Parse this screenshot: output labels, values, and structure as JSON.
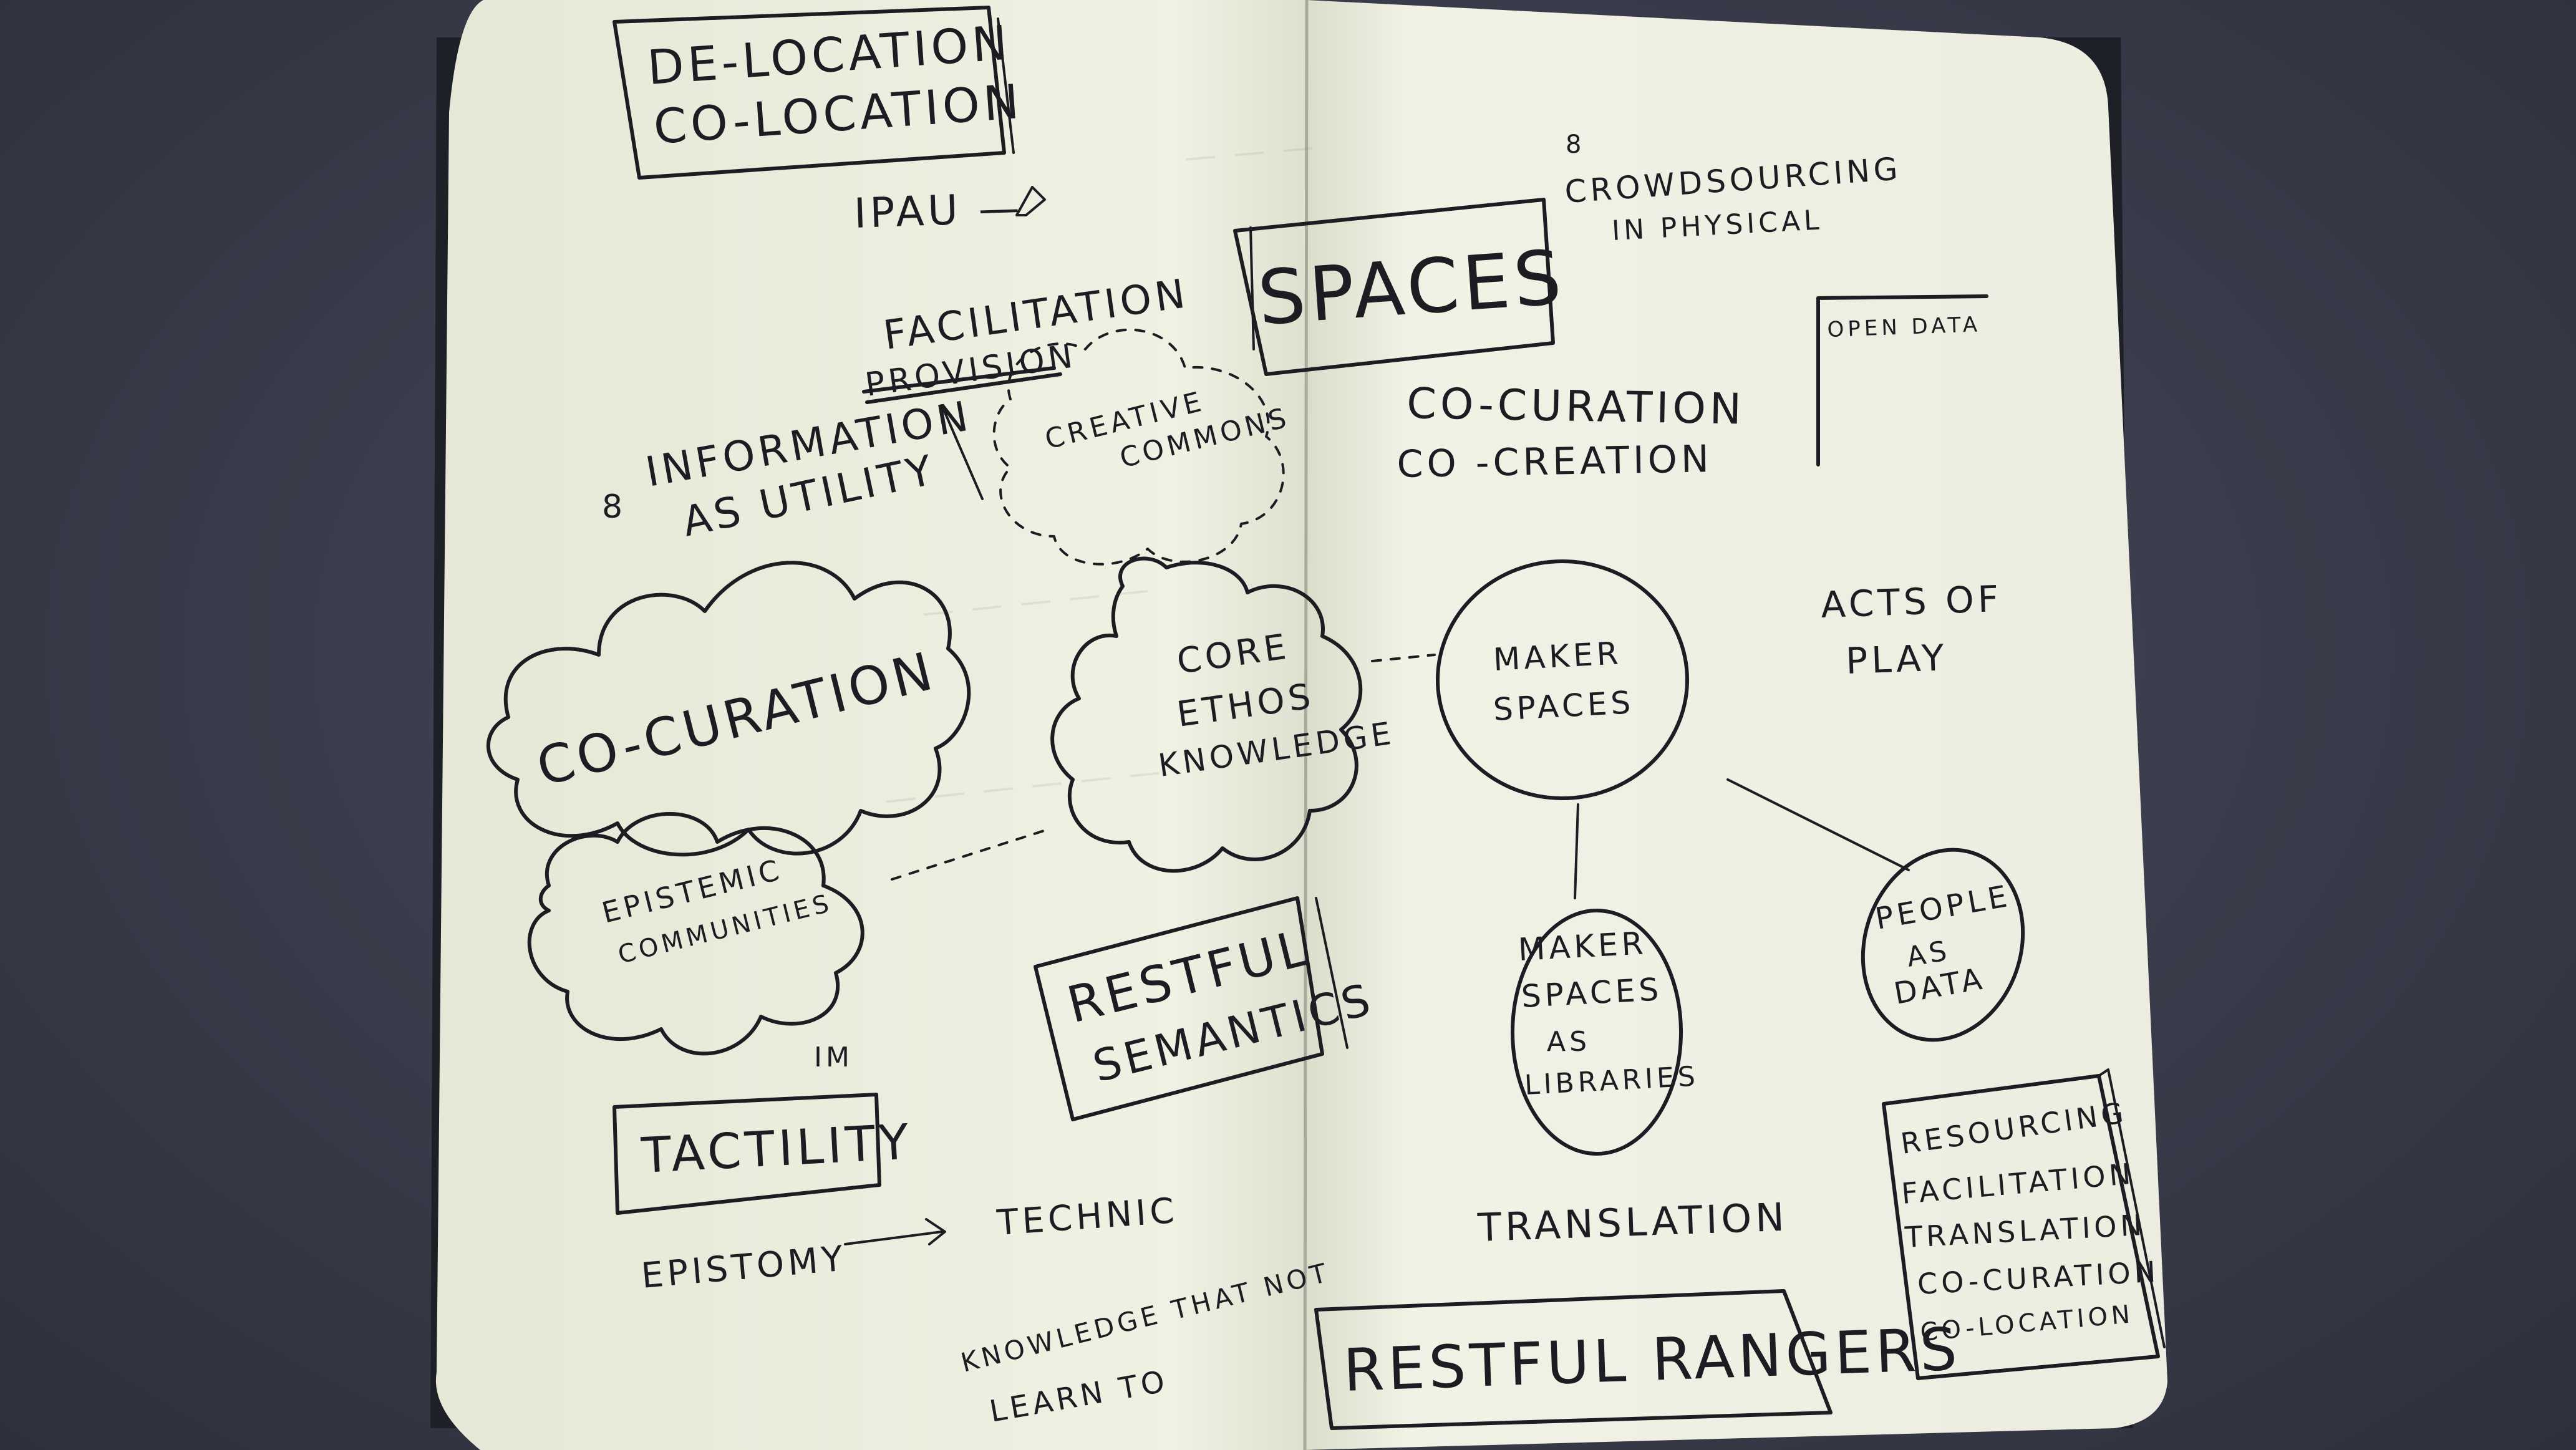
{
  "notes": {
    "de_location": "DE-LOCATION",
    "co_location_top": "CO-LOCATION",
    "ipau": "IPAU —",
    "facilitation": "FACILITATION",
    "provision": "PROVISION",
    "information": "INFORMATION",
    "as_utility": "AS UTILITY",
    "creative_commons_1": "CREATIVE",
    "creative_commons_2": "COMMONS",
    "co_curation_cloud": "CO-CURATION",
    "epistemic_1": "EPISTEMIC",
    "epistemic_2": "COMMUNITIES",
    "core_1": "CORE",
    "core_2": "ETHOS",
    "core_3": "KNOWLEDGE",
    "restful_sem_1": "RESTFUL",
    "restful_sem_2": "SEMANTICS",
    "im": "IM",
    "tacitity": "TACTILITY",
    "epistomy": "EPISTOMY",
    "technic": "TECHNIC",
    "knowledge_that_1": "KNOWLEDGE THAT NOT",
    "knowledge_that_2": "LEARN TO",
    "crowdsourcing_1": "CROWDSOURCING",
    "crowdsourcing_2": "IN PHYSICAL",
    "spaces": "SPACES",
    "open_data": "OPEN DATA",
    "co_curation_right": "CO-CURATION",
    "co_creation": "CO -CREATION",
    "maker_spaces_1": "MAKER",
    "maker_spaces_2": "SPACES",
    "acts_of_play_1": "ACTS OF",
    "acts_of_play_2": "PLAY",
    "maker_libraries_1": "MAKER",
    "maker_libraries_2": "SPACES",
    "maker_libraries_3": "AS",
    "maker_libraries_4": "LIBRARIES",
    "people_1": "PEOPLE",
    "people_2": "AS",
    "people_3": "DATA",
    "translation": "TRANSLATION",
    "list_1": "RESOURCING",
    "list_2": "FACILITATION",
    "list_3": "TRANSLATION",
    "list_4": "CO-CURATION",
    "list_5": "CO-LOCATION",
    "restful_rangers": "RESTFUL RANGERS"
  },
  "colors": {
    "paper": "#f1f1e4",
    "ink": "#1c1c22",
    "background": "#3a3c4b"
  }
}
